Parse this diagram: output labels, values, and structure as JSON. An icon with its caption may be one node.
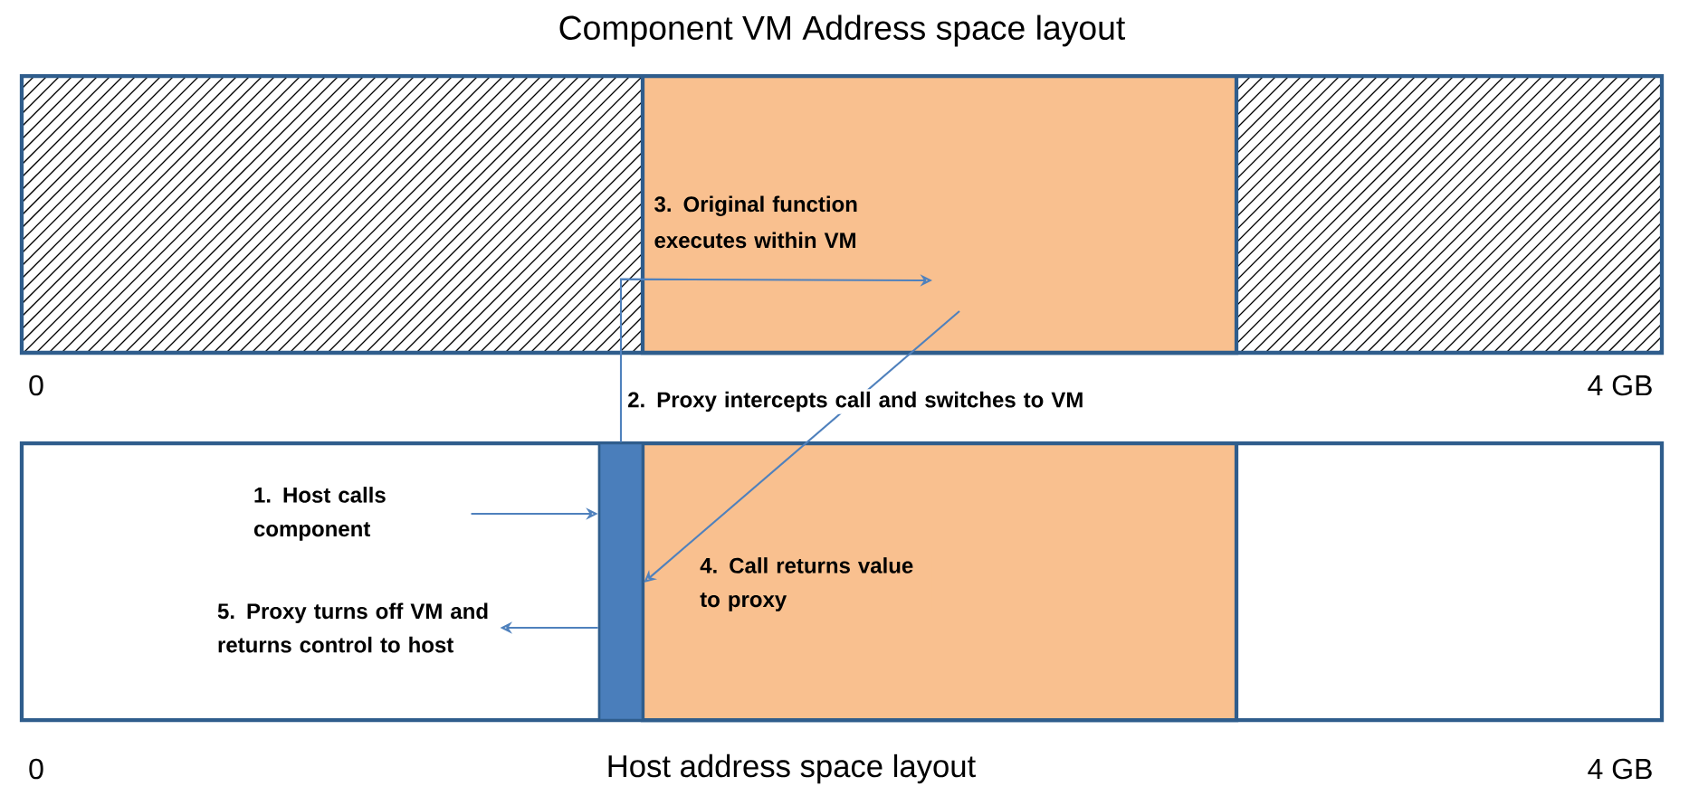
{
  "diagram": {
    "title": "Component VM Address space layout",
    "nodes": [
      {
        "text": [],
        "shape": "box"
      },
      {
        "text": [
          "3. Original function executes within VM"
        ],
        "in": 0
      },
      {
        "text": [],
        "shape": "box"
      },
      {
        "text": [],
        "shape": "bar",
        "in": 2
      },
      {
        "text": [
          "1. Host calls component"
        ],
        "in": 2
      },
      {
        "text": [
          "5. Proxy turns off VM and returns control to host"
        ],
        "in": 2
      }
    ],
    "edges": [
      {
        "from": 4,
        "to": 3,
        "arrow": "to"
      },
      {
        "from": 3,
        "to": 1,
        "arrow": "to",
        "label": "2. Proxy intercepts call and switches to VM"
      },
      {
        "from": 1,
        "to": 3,
        "arrow": "to",
        "label": "4. Call returns value to proxy"
      },
      {
        "from": 3,
        "to": 5,
        "arrow": "to"
      }
    ],
    "labels": [
      "0",
      "4 GB",
      "0",
      "Host address space layout",
      "4 GB"
    ]
  }
}
